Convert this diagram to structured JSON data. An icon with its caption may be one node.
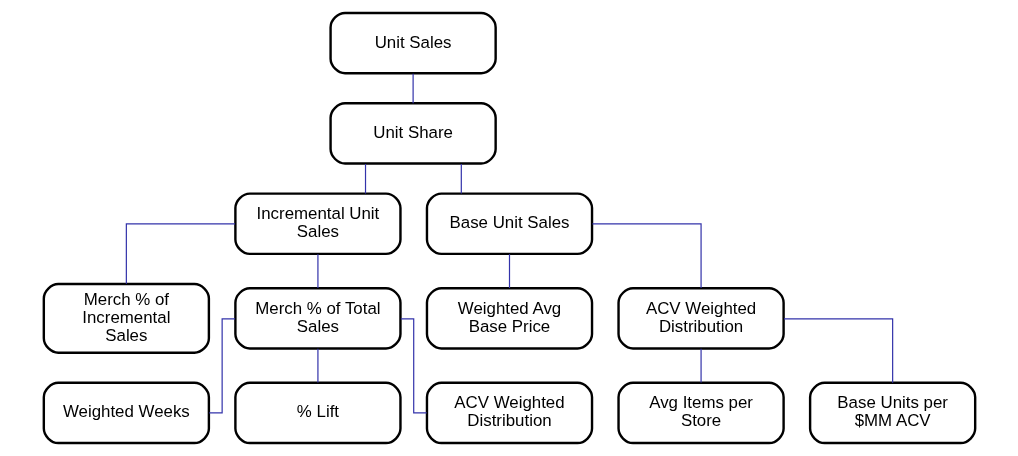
{
  "diagram": {
    "nodes": [
      {
        "text": [
          "Unit Sales"
        ]
      },
      {
        "text": [
          "Unit Share"
        ]
      },
      {
        "text": [
          "Incremental Unit Sales"
        ]
      },
      {
        "text": [
          "Base Unit Sales"
        ]
      },
      {
        "text": [
          "Merch % of Incremental Sales"
        ]
      },
      {
        "text": [
          "Merch % of Total Sales"
        ]
      },
      {
        "text": [
          "Weighted Avg Base Price"
        ]
      },
      {
        "text": [
          "ACV Weighted Distribution"
        ]
      },
      {
        "text": [
          "Weighted Weeks"
        ]
      },
      {
        "text": [
          "% Lift"
        ]
      },
      {
        "text": [
          "ACV Weighted Distribution"
        ]
      },
      {
        "text": [
          "Avg Items per Store"
        ]
      },
      {
        "text": [
          "Base Units per $MM ACV"
        ]
      }
    ],
    "edges": [
      {
        "from": 0,
        "to": 1,
        "arrow": "none"
      },
      {
        "from": 1,
        "to": 2,
        "arrow": "none"
      },
      {
        "from": 1,
        "to": 3,
        "arrow": "none"
      },
      {
        "from": 2,
        "to": 4,
        "arrow": "none"
      },
      {
        "from": 2,
        "to": 5,
        "arrow": "none"
      },
      {
        "from": 3,
        "to": 6,
        "arrow": "none"
      },
      {
        "from": 3,
        "to": 7,
        "arrow": "none"
      },
      {
        "from": 5,
        "to": 8,
        "arrow": "none"
      },
      {
        "from": 5,
        "to": 9,
        "arrow": "none"
      },
      {
        "from": 5,
        "to": 10,
        "arrow": "none"
      },
      {
        "from": 7,
        "to": 11,
        "arrow": "none"
      },
      {
        "from": 7,
        "to": 12,
        "arrow": "none"
      }
    ]
  }
}
